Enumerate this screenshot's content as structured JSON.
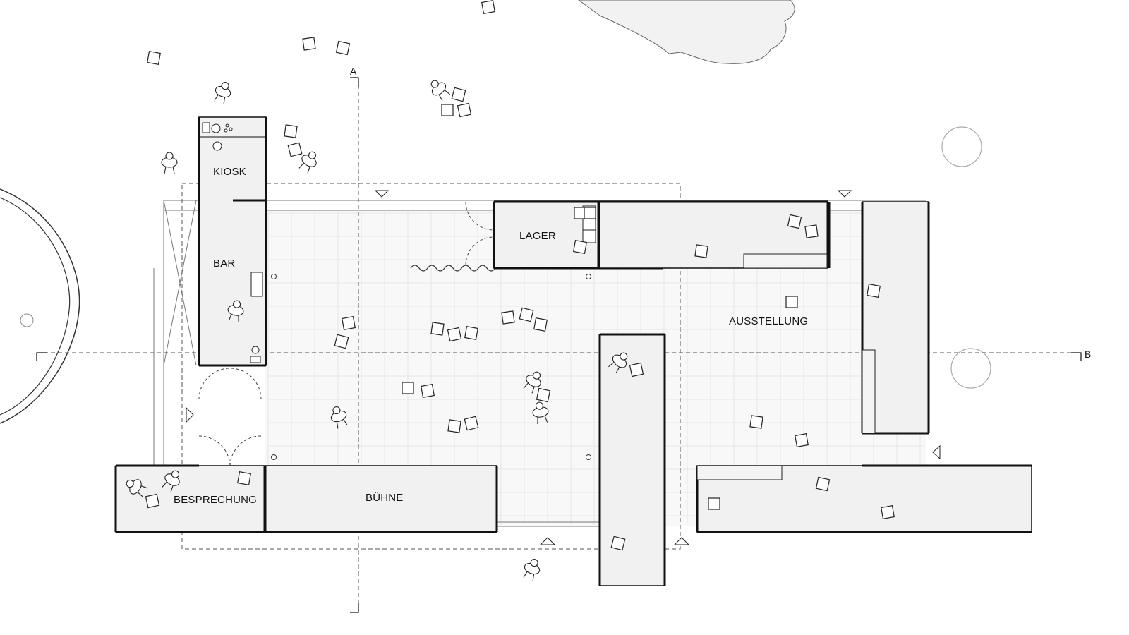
{
  "rooms": {
    "kiosk": "KIOSK",
    "bar": "BAR",
    "lager": "LAGER",
    "ausstellung": "AUSSTELLUNG",
    "besprechung": "BESPRECHUNG",
    "buehne": "BÜHNE"
  },
  "section_lines": {
    "a": "A",
    "b": "B"
  },
  "colors": {
    "wall_fill": "#f1f1f1",
    "floor_fill": "#f7f7f7",
    "line": "#111111",
    "tree_outline": "#aaaaaa"
  }
}
